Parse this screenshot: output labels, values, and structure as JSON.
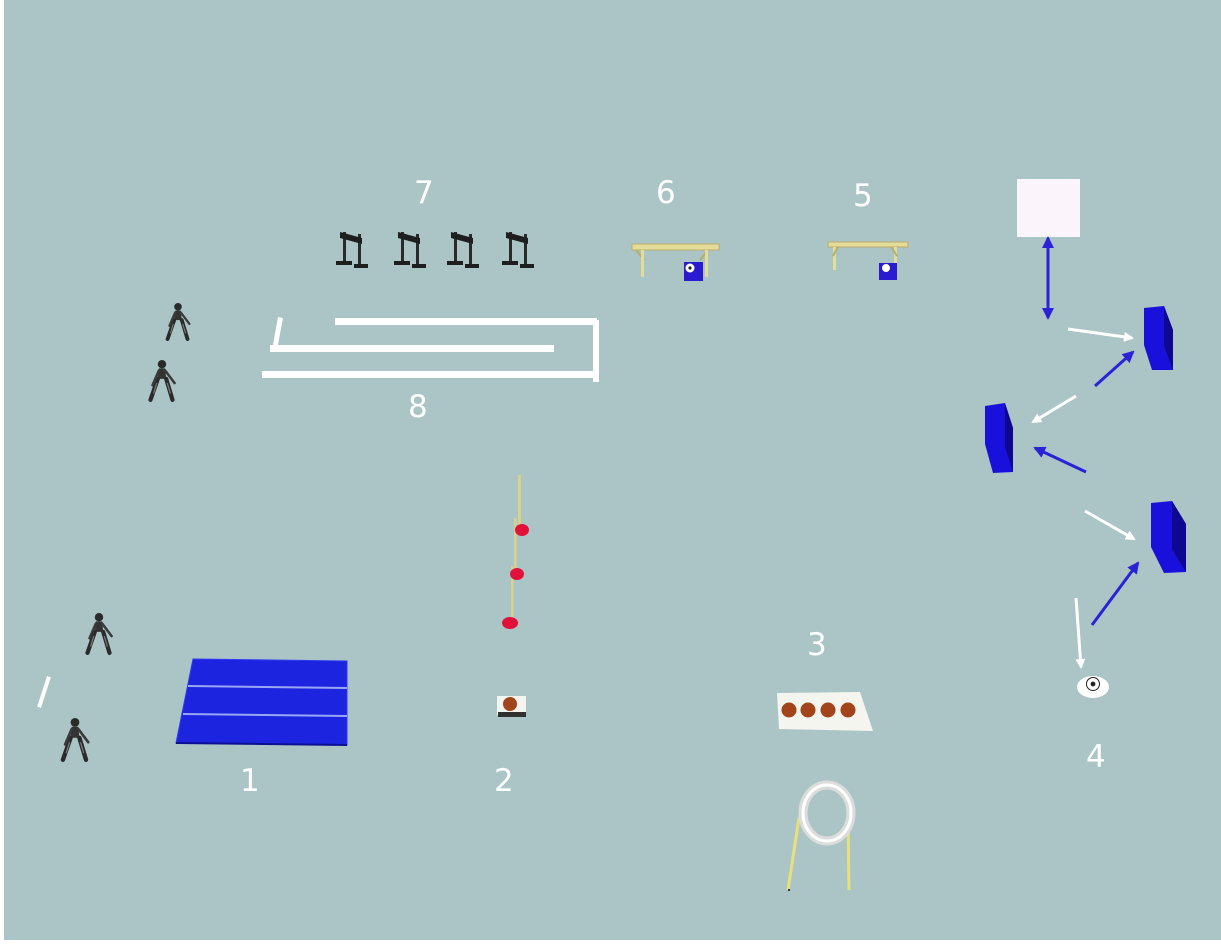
{
  "colors": {
    "floor": "#abc5c6",
    "mat_blue": "#1c24e0",
    "box_blue": "#1a10dc",
    "ball": "#a3451c",
    "cone_red": "#e0123a",
    "bar_yellow": "#e6dc9a",
    "arrow_white": "#ffffff",
    "arrow_blue": "#2a22d6"
  },
  "stations": [
    {
      "id": "1",
      "label": "1",
      "equipment": "blue-gym-mat"
    },
    {
      "id": "2",
      "label": "2",
      "equipment": "slalom-poles-with-ball-stand"
    },
    {
      "id": "3",
      "label": "3",
      "equipment": "ball-tray-and-hoop"
    },
    {
      "id": "4",
      "label": "4",
      "equipment": "blue-boxes-passing-circuit"
    },
    {
      "id": "5",
      "label": "5",
      "equipment": "low-balance-beam-with-box"
    },
    {
      "id": "6",
      "label": "6",
      "equipment": "balance-beam-with-box"
    },
    {
      "id": "7",
      "label": "7",
      "equipment": "hurdles-row"
    },
    {
      "id": "8",
      "label": "8",
      "equipment": "lane-lines-course"
    }
  ]
}
